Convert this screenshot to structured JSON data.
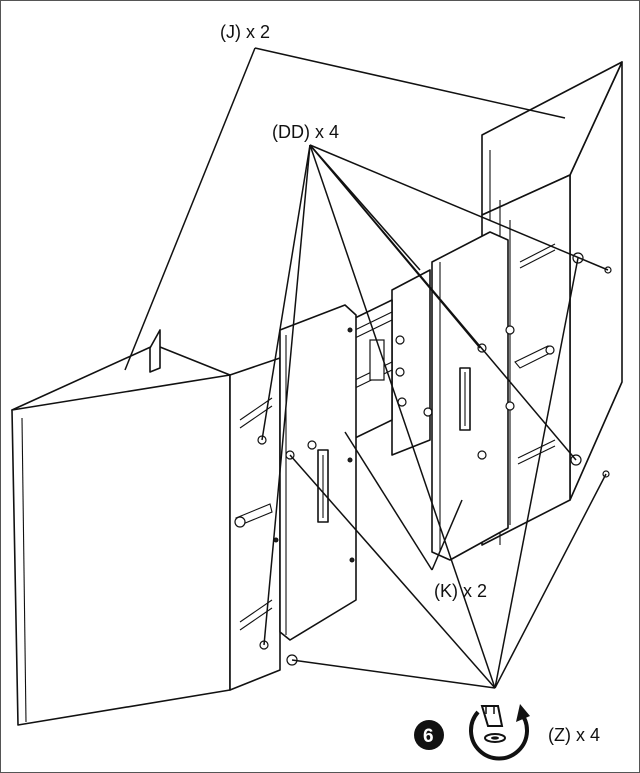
{
  "labels": {
    "j": "(J) x 2",
    "dd": "(DD) x 4",
    "k": "(K) x 2",
    "z": "(Z) x 4"
  },
  "step": {
    "number": "6"
  },
  "icons": {
    "tool": "screwdriver-turn-icon"
  },
  "colors": {
    "ink": "#111111",
    "paper": "#ffffff"
  }
}
